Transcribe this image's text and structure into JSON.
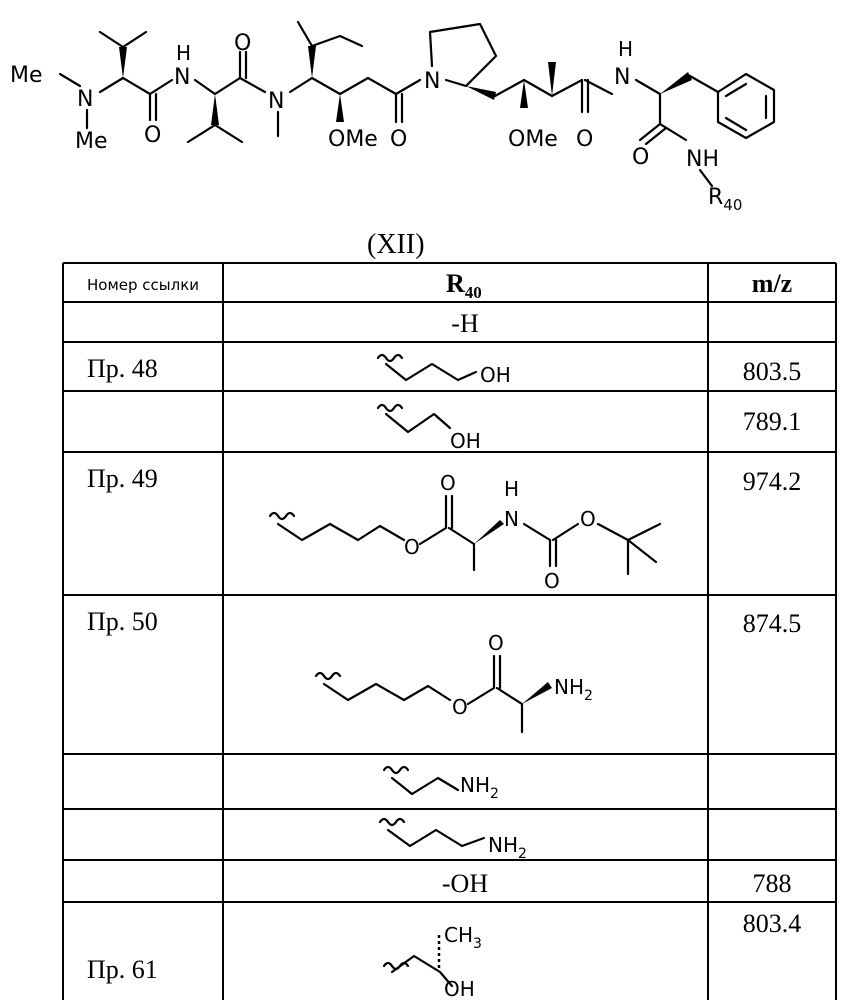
{
  "structure": {
    "compound_label": "(XII)",
    "atom_labels": {
      "me_top": "Me",
      "n_dimethyl": "N",
      "me_bottom": "Me",
      "nh_1_h": "H",
      "nh_1_n": "N",
      "o_1": "O",
      "o_2": "O",
      "n_methyl": "N",
      "ome_1": "OMe",
      "o_3": "O",
      "n_pro": "N",
      "ome_2": "OMe",
      "o_4": "O",
      "nh_2_h": "H",
      "nh_2_n": "N",
      "o_5": "O",
      "nh_3": "NH",
      "r40_main": "R",
      "r40_sub": "40"
    }
  },
  "table": {
    "headers": {
      "ref": "Номер ссылки",
      "r40_main": "R",
      "r40_sub": "40",
      "mz": "m/z"
    },
    "rows": [
      {
        "ref": "",
        "r40": "-H",
        "mz": ""
      },
      {
        "ref": "Пр. 48",
        "r40": "OH",
        "mz": "803.5"
      },
      {
        "ref": "",
        "r40": "OH",
        "mz": "789.1"
      },
      {
        "ref": "Пр. 49",
        "r40_labels": {
          "o_carbonyl_1": "O",
          "o_ester": "O",
          "nh_h": "H",
          "nh_n": "N",
          "o_carbonyl_2": "O",
          "o_boc": "O"
        },
        "mz": "974.2"
      },
      {
        "ref": "Пр. 50",
        "r40_labels": {
          "o_carbonyl": "O",
          "o_ester": "O",
          "nh2_main": "NH",
          "nh2_sub": "2"
        },
        "mz": "874.5"
      },
      {
        "ref": "",
        "r40_labels": {
          "nh2_main": "NH",
          "nh2_sub": "2"
        },
        "mz": ""
      },
      {
        "ref": "",
        "r40_labels": {
          "nh2_main": "NH",
          "nh2_sub": "2"
        },
        "mz": ""
      },
      {
        "ref": "",
        "r40": "-OH",
        "mz": "788"
      },
      {
        "ref": "Пр. 61",
        "r40_labels": {
          "ch3_main": "CH",
          "ch3_sub": "3",
          "oh": "OH"
        },
        "mz": "803.4"
      }
    ]
  }
}
